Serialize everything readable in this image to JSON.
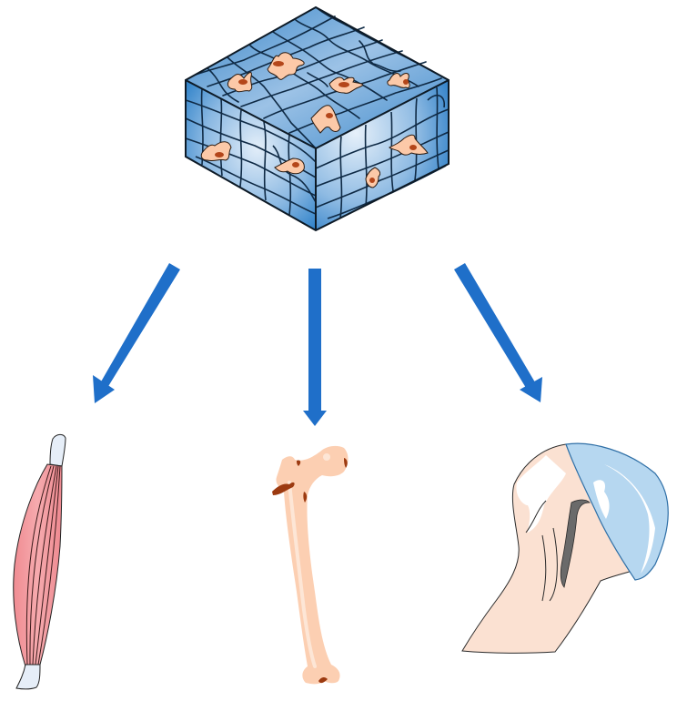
{
  "diagram": {
    "type": "differentiation-diagram",
    "description": "Scaffold/hydrogel cube with embedded cells branching via three arrows to three target tissues",
    "source": {
      "label": "3D scaffold with embedded cells",
      "fill_light": "#d6e6f5",
      "fill_dark": "#1f78c4",
      "mesh_color": "#0f2a45",
      "cell_fill": "#fcc9a8",
      "cell_nucleus": "#b4461a",
      "cell_count": 9
    },
    "arrows": [
      {
        "id": "left",
        "target": "muscle",
        "color": "#1f6fc9"
      },
      {
        "id": "center",
        "target": "bone",
        "color": "#1f6fc9"
      },
      {
        "id": "right",
        "target": "cartilage",
        "color": "#1f6fc9"
      }
    ],
    "targets": [
      {
        "id": "muscle",
        "label": "Skeletal muscle",
        "fill": "#f4a3a6",
        "tendon": "#e6eef8"
      },
      {
        "id": "bone",
        "label": "Bone (femur)",
        "fill": "#fccfb2",
        "highlight": "#fde6d6",
        "spot": "#9c3a10"
      },
      {
        "id": "cartilage",
        "label": "Cartilage (articular cap)",
        "fill": "#b6d7f0",
        "bone_fill": "#fbe1d2"
      }
    ]
  }
}
